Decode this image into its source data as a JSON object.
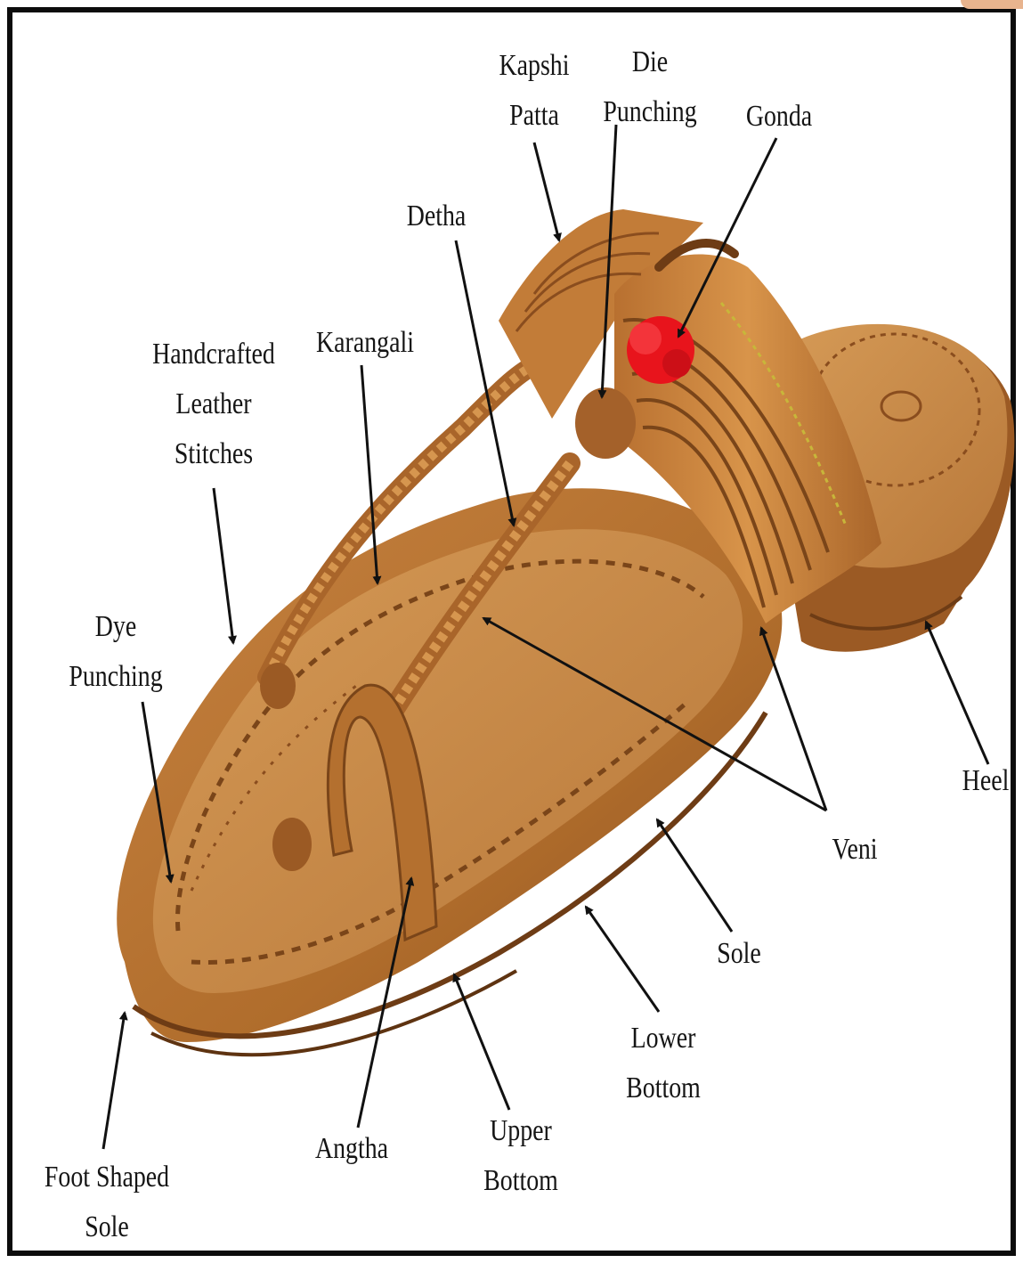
{
  "diagram": {
    "subject": "Kolhapuri chappal",
    "labels": {
      "kapshi_patta": "Kapshi\nPatta",
      "die_punching": "Die\nPunching",
      "gonda": "Gonda",
      "detha": "Detha",
      "karangali": "Karangali",
      "handcrafted_leather_stitches": "Handcrafted\nLeather\nStitches",
      "dye_punching": "Dye\nPunching",
      "heel": "Heel",
      "veni": "Veni",
      "sole": "Sole",
      "lower_bottom": "Lower\nBottom",
      "upper_bottom": "Upper\nBottom",
      "angtha": "Angtha",
      "foot_shaped_sole": "Foot Shaped\nSole"
    }
  },
  "colors": {
    "frame": "#0c0c0c",
    "leather_light": "#c9873f",
    "leather_mid": "#b06d2c",
    "leather_dark": "#7a4519",
    "gonda_pompom": "#e8141c",
    "arrow": "#111111"
  }
}
